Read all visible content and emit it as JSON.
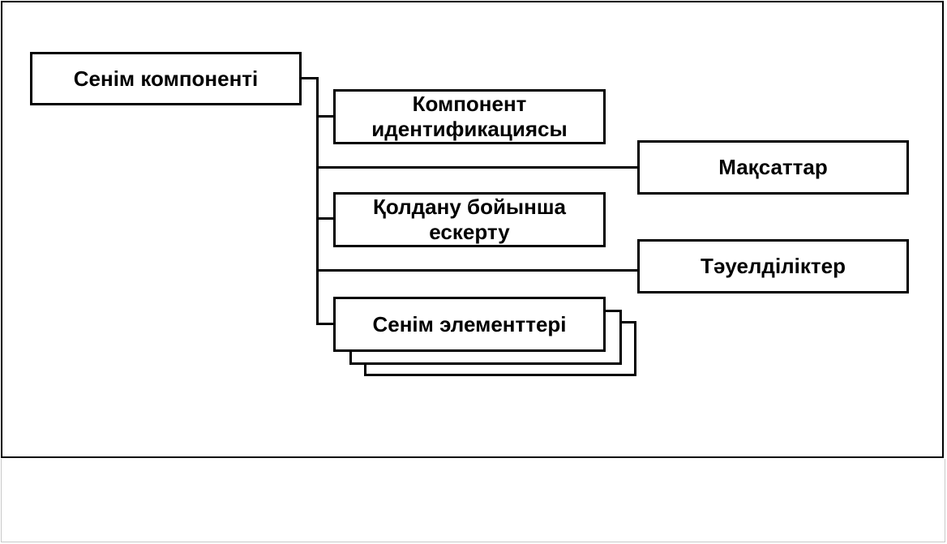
{
  "diagram": {
    "root": {
      "label": "Сенім компоненті"
    },
    "children": [
      {
        "label": "Компонент идентификациясы"
      },
      {
        "label": "Мақсаттар"
      },
      {
        "label": "Қолдану бойынша ескерту"
      },
      {
        "label": "Тәуелділіктер"
      },
      {
        "label": "Сенім элементтері"
      }
    ]
  },
  "colors": {
    "stroke": "#000000",
    "background": "#ffffff"
  }
}
